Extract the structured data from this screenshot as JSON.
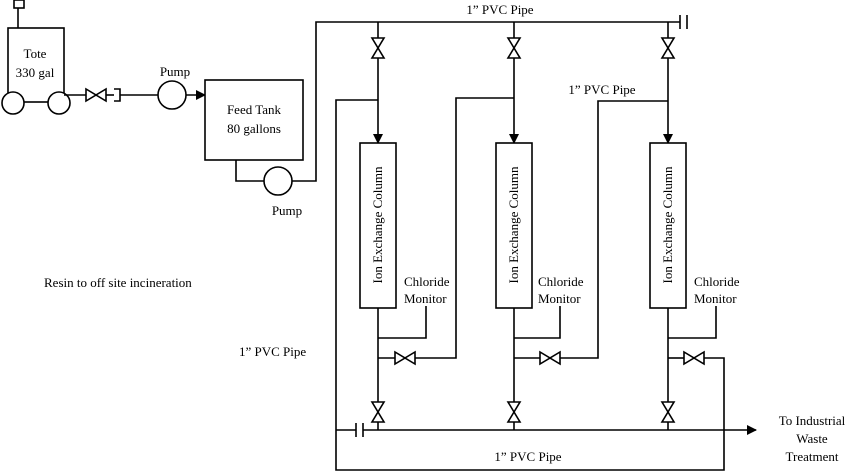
{
  "tote": {
    "line1": "Tote",
    "line2": "330 gal"
  },
  "pump_label_top": "Pump",
  "pump_label_bottom": "Pump",
  "feed_tank": {
    "line1": "Feed Tank",
    "line2": "80 gallons"
  },
  "pipe_labels": {
    "top": "1” PVC Pipe",
    "middle_right": "1” PVC Pipe",
    "left": "1” PVC Pipe",
    "bottom": "1” PVC Pipe"
  },
  "resin_label": "Resin to off site incineration",
  "columns": [
    {
      "label": "Ion Exchange Column",
      "monitor_line1": "Chloride",
      "monitor_line2": "Monitor"
    },
    {
      "label": "Ion Exchange Column",
      "monitor_line1": "Chloride",
      "monitor_line2": "Monitor"
    },
    {
      "label": "Ion Exchange Column",
      "monitor_line1": "Chloride",
      "monitor_line2": "Monitor"
    }
  ],
  "outlet": {
    "line1": "To Industrial",
    "line2": "Waste",
    "line3": "Treatment"
  }
}
